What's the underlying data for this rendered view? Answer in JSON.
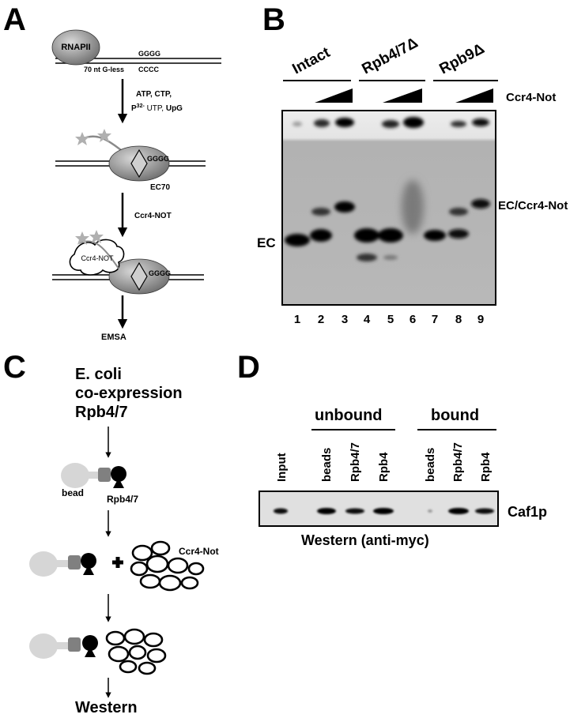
{
  "panels": {
    "a": {
      "letter": "A",
      "rnapii": "RNAPII",
      "gggg": "GGGG",
      "cccc": "CCCC",
      "gless": "70 nt G-less",
      "step1_line1": "ATP, CTP,",
      "step1_p": "P",
      "step1_sup": "32-",
      "step1_utp": " UTP, ",
      "step1_upg": "UpG",
      "ec70": "EC70",
      "gggg2": "GGGG",
      "step2": "Ccr4-NOT",
      "ccr4not_cloud": "Ccr4-NOT",
      "gggg3": "GGGG",
      "emsa": "EMSA"
    },
    "b": {
      "letter": "B",
      "groups": [
        "Intact",
        "Rpb4/7Δ",
        "Rpb9Δ"
      ],
      "titration": "Ccr4-Not",
      "lanes": [
        "1",
        "2",
        "3",
        "4",
        "5",
        "6",
        "7",
        "8",
        "9"
      ],
      "band_ec": "EC",
      "band_complex": "EC/Ccr4-Not"
    },
    "c": {
      "letter": "C",
      "line1": "E. coli",
      "line2": "co-expression",
      "line3": "Rpb4/7",
      "bead": "bead",
      "rpb47": "Rpb4/7",
      "ccr4not": "Ccr4-Not",
      "western": "Western"
    },
    "d": {
      "letter": "D",
      "group_unbound": "unbound",
      "group_bound": "bound",
      "lanes": [
        "Input",
        "beads",
        "Rpb4/7",
        "Rpb4",
        "beads",
        "Rpb4/7",
        "Rpb4"
      ],
      "protein": "Caf1p",
      "method": "Western (anti-myc)"
    }
  },
  "colors": {
    "gray_protein": "#9a9a9a",
    "light_bead": "#d6d6d6",
    "dark_tag": "#808080",
    "gel_background": "#b4b4b4"
  }
}
